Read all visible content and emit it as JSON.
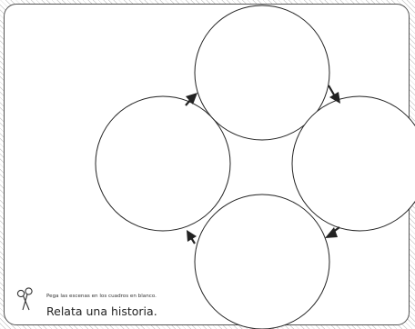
{
  "worksheet": {
    "instruction": "Pega las escenas en los cuadros en blanco.",
    "title": "Relata una historia."
  },
  "diagram": {
    "scene_count": 4,
    "arrow_direction": "clockwise"
  },
  "icons": {
    "cut": "scissors-icon"
  },
  "colors": {
    "outline": "#222222",
    "hatch": "#c9c9c9",
    "border": "#555555"
  }
}
